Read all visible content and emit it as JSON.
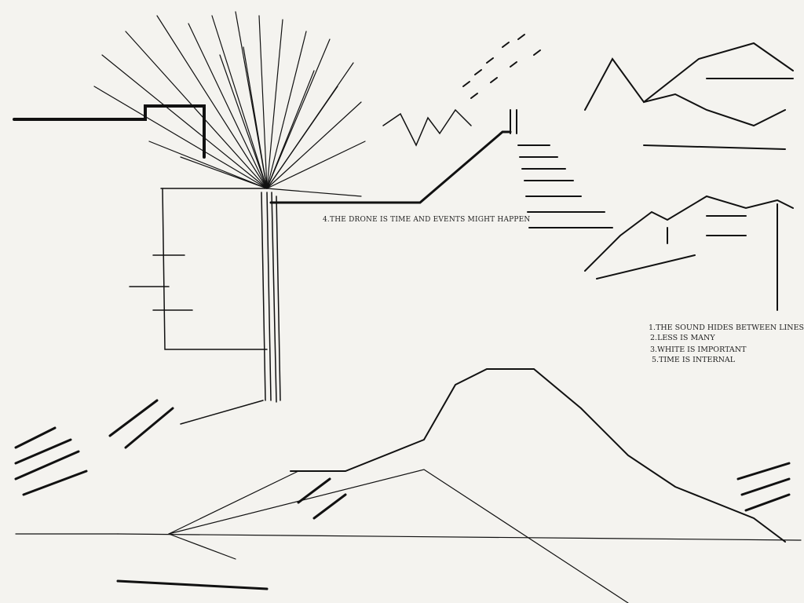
{
  "annotation": "4.THE DRONE IS TIME AND EVENTS MIGHT HAPPEN",
  "rules": [
    "1.THE SOUND HIDES BETWEEN LINES",
    "2.LESS IS MANY",
    "3.WHITE IS IMPORTANT",
    "5.TIME IS INTERNAL"
  ],
  "colors": {
    "paper": "#f4f3ef",
    "ink": "#111111"
  }
}
